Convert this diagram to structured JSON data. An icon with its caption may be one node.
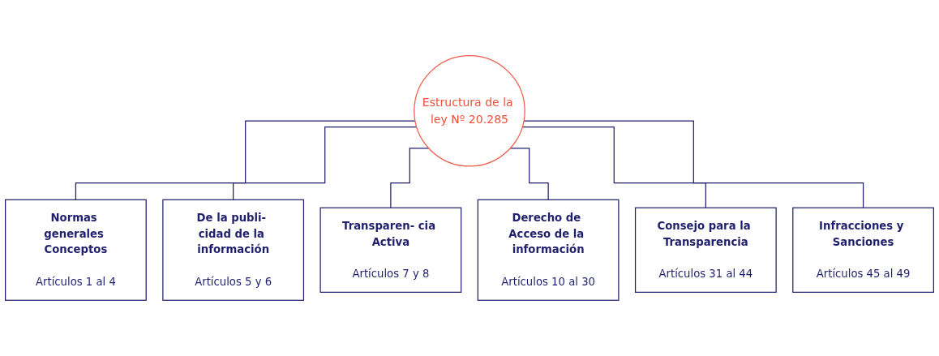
{
  "diagram": {
    "nodes": [
      {
        "text": [
          "Estructura de la ley Nº 20.285"
        ]
      },
      {
        "text": [
          "Normas generales Conceptos",
          "Artículos 1 al 4"
        ]
      },
      {
        "text": [
          "De la publi- cidad de la información",
          "Artículos 5 y 6"
        ]
      },
      {
        "text": [
          "Transparen- cia Activa",
          "Artículos 7 y 8"
        ]
      },
      {
        "text": [
          "Derecho de Acceso de la información",
          "Artículos 10 al 30"
        ]
      },
      {
        "text": [
          "Consejo para la Transparencia",
          "Artículos 31 al 44"
        ]
      },
      {
        "text": [
          "Infracciones y Sanciones",
          "Artículos 45 al 49"
        ]
      }
    ],
    "edges": [
      {
        "from": 0,
        "to": 1,
        "arrow": "none"
      },
      {
        "from": 0,
        "to": 2,
        "arrow": "none"
      },
      {
        "from": 0,
        "to": 3,
        "arrow": "none"
      },
      {
        "from": 0,
        "to": 4,
        "arrow": "none"
      },
      {
        "from": 0,
        "to": 5,
        "arrow": "none"
      },
      {
        "from": 0,
        "to": 6,
        "arrow": "none"
      }
    ]
  }
}
